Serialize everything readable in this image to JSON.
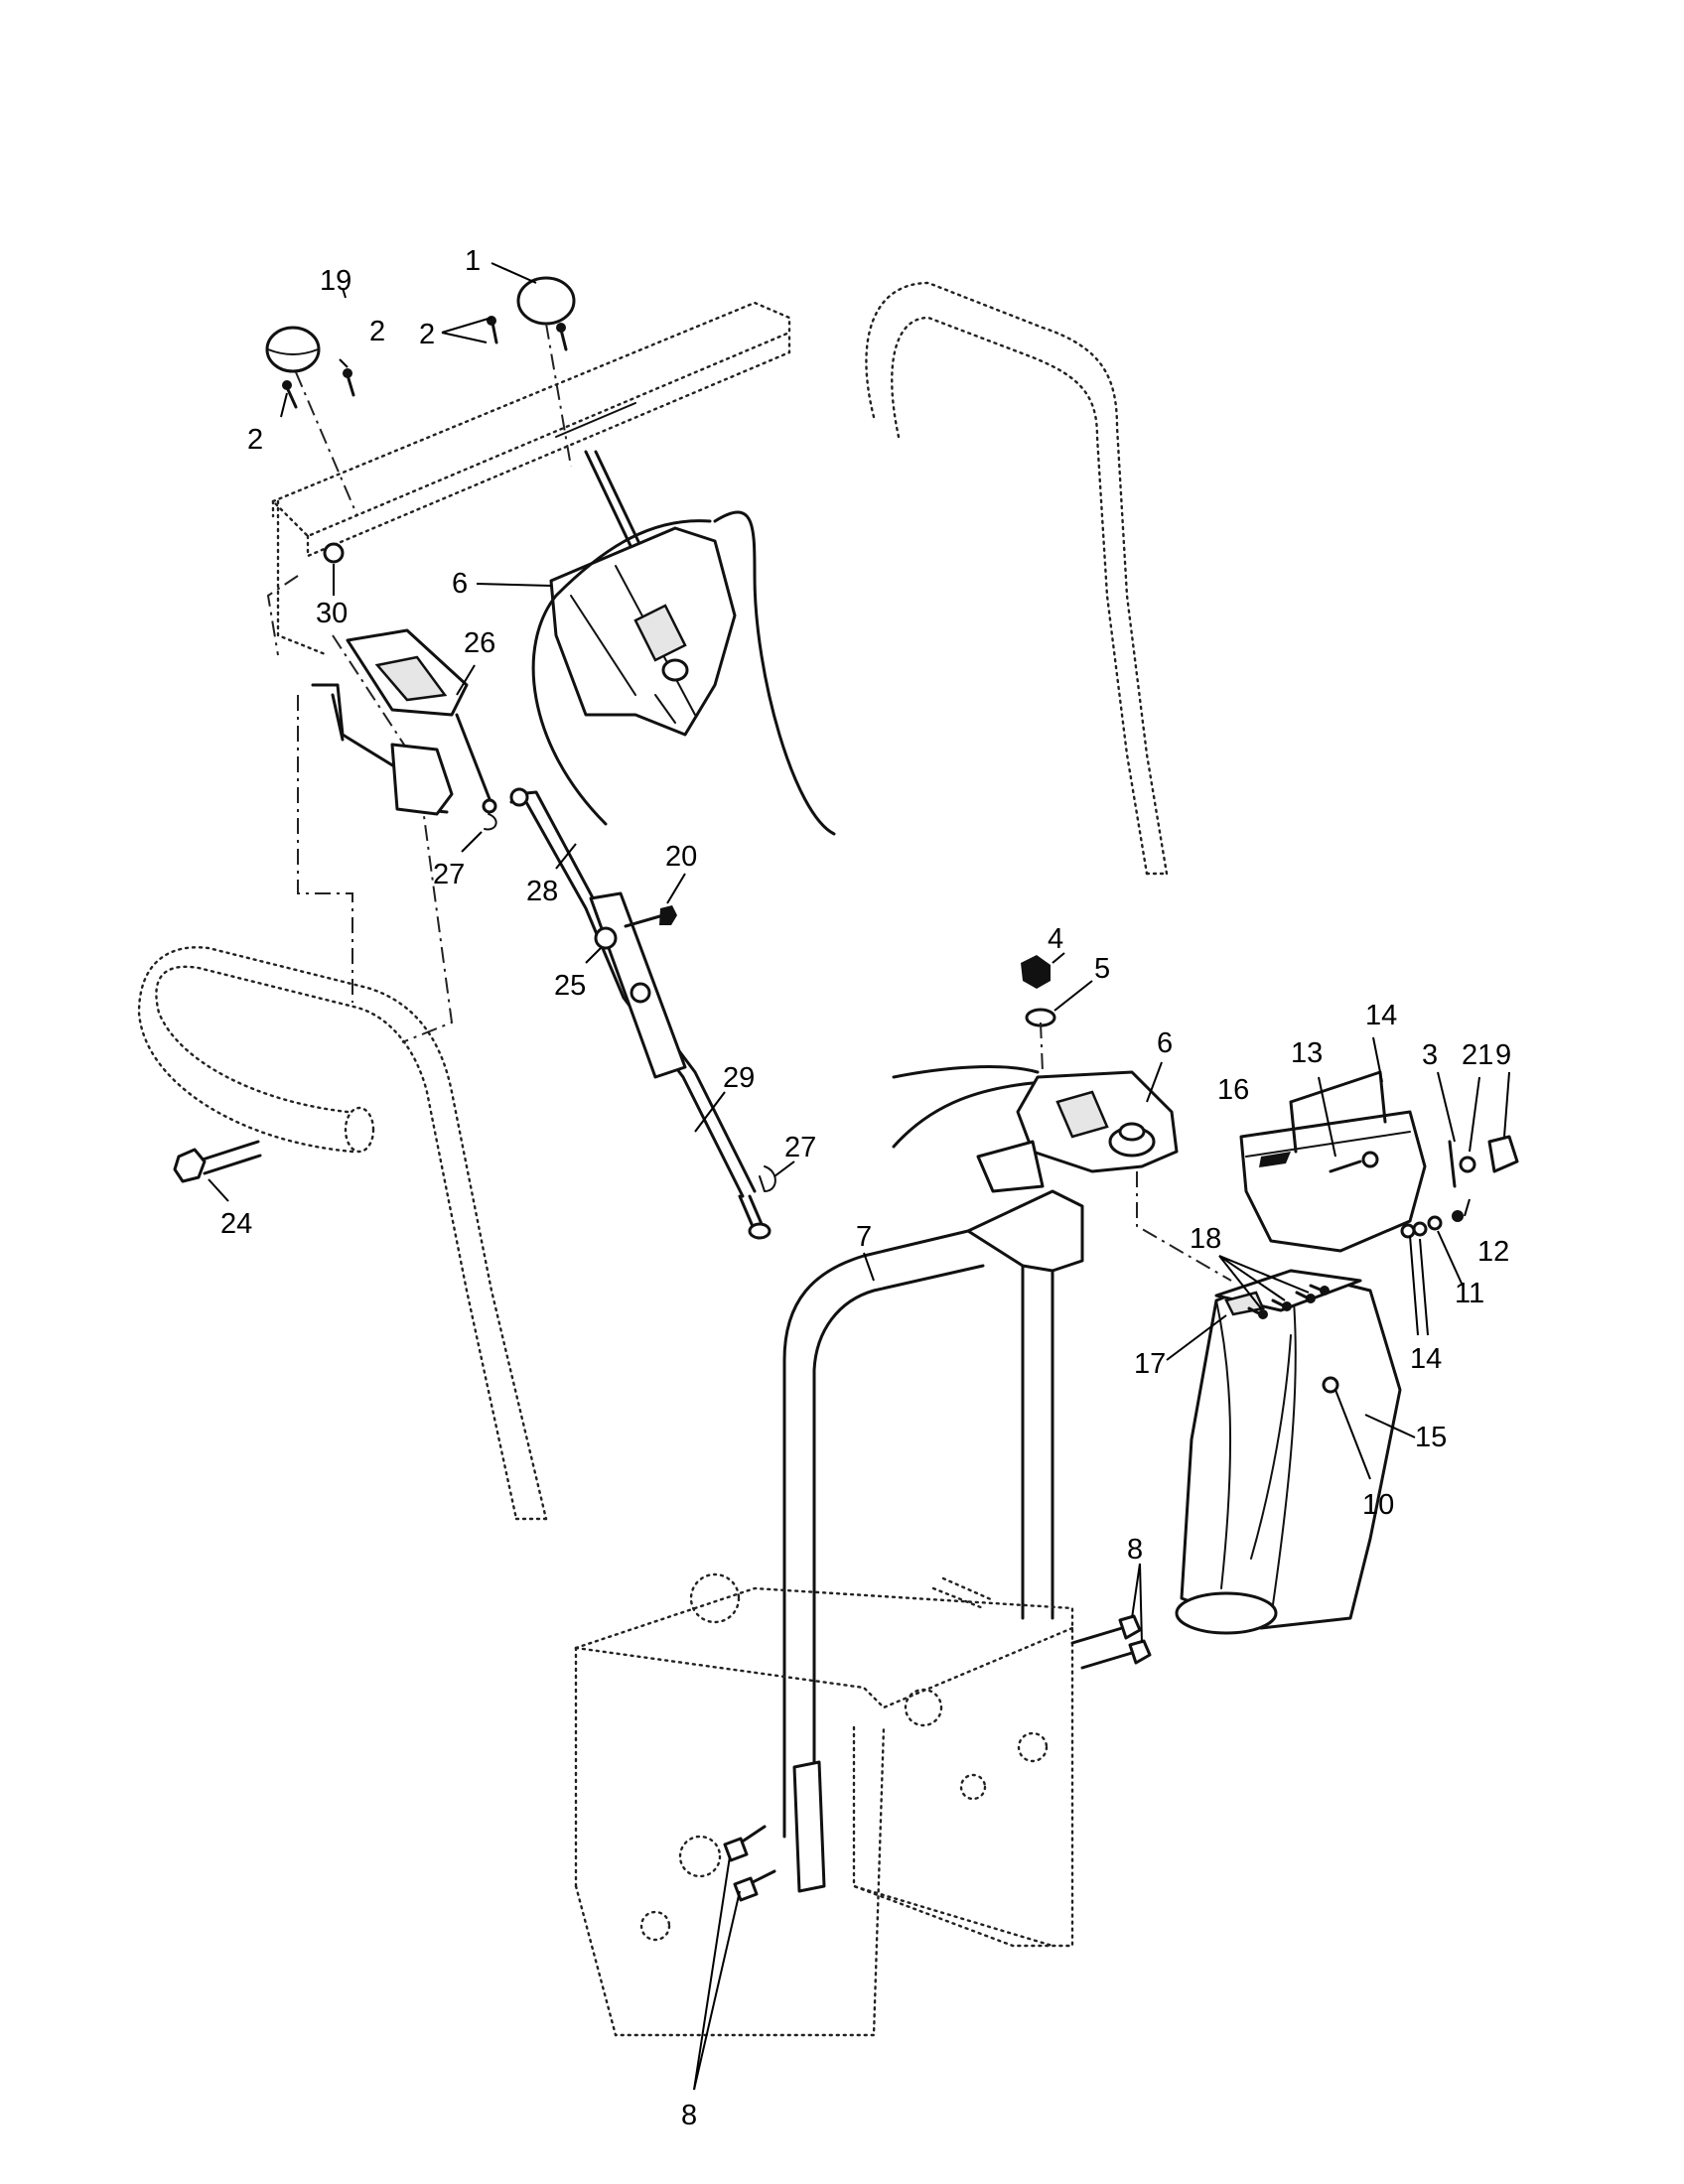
{
  "callouts": [
    "1",
    "2",
    "3",
    "4",
    "5",
    "6",
    "7",
    "8",
    "9",
    "10",
    "11",
    "12",
    "13",
    "14",
    "15",
    "16",
    "17",
    "18",
    "19",
    "20",
    "21",
    "24",
    "25",
    "26",
    "27",
    "28",
    "29",
    "30"
  ]
}
